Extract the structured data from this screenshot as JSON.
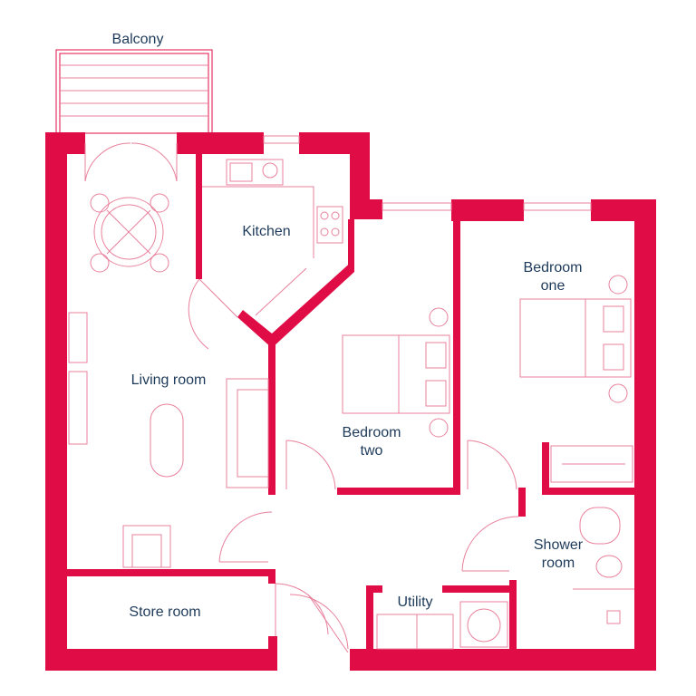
{
  "rooms": {
    "balcony": "Balcony",
    "kitchen": "Kitchen",
    "living_room": "Living room",
    "bedroom_one": [
      "Bedroom",
      "one"
    ],
    "bedroom_two": [
      "Bedroom",
      "two"
    ],
    "shower_room": [
      "Shower",
      "room"
    ],
    "utility": "Utility",
    "store_room": "Store room"
  },
  "colors": {
    "wall": "#e00c45",
    "fixture_line": "#e8809c",
    "label_text": "#1e3a5a",
    "background": "#ffffff"
  }
}
